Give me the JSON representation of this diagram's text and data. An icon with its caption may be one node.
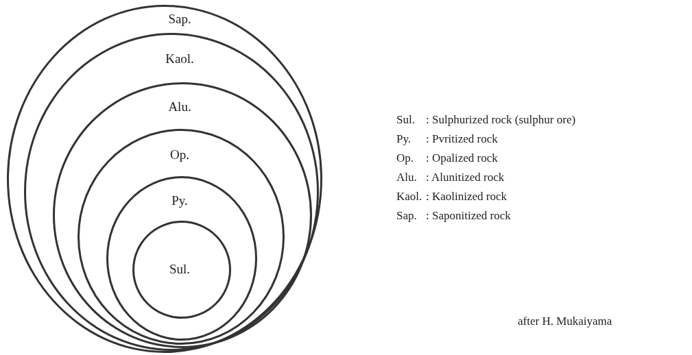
{
  "diagram": {
    "nodes": [
      {
        "text": [
          "Sap."
        ]
      },
      {
        "text": [
          "Kaol."
        ],
        "in": 0
      },
      {
        "text": [
          "Alu."
        ],
        "in": 1
      },
      {
        "text": [
          "Op."
        ],
        "in": 2
      },
      {
        "text": [
          "Py."
        ],
        "in": 3
      },
      {
        "text": [
          "Sul."
        ],
        "in": 4
      }
    ],
    "edges": [],
    "labels": [
      "Sul.",
      ": Sulphurized rock (sulphur ore)",
      "Py.",
      ": Pvritized rock",
      "Op.",
      ": Opalized rock",
      "Alu.",
      ": Alunitized rock",
      "Kaol.",
      ": Kaolinized rock",
      "Sap.",
      ": Saponitized rock",
      "after H. Mukaiyama"
    ]
  }
}
